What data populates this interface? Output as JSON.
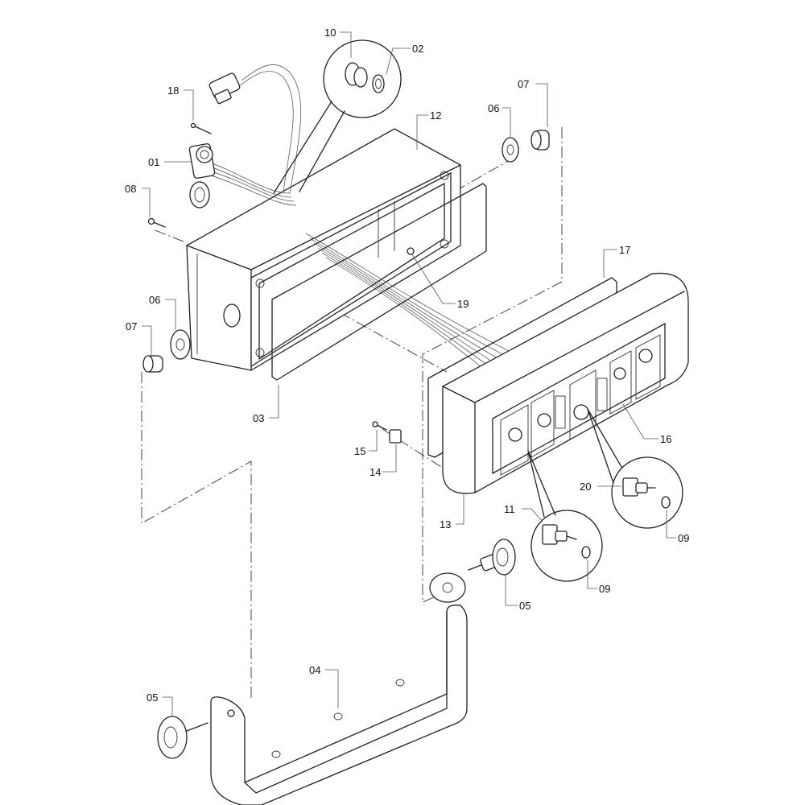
{
  "callouts": [
    {
      "id": "c10",
      "label": "10"
    },
    {
      "id": "c02",
      "label": "02"
    },
    {
      "id": "c18",
      "label": "18"
    },
    {
      "id": "c12",
      "label": "12"
    },
    {
      "id": "c06a",
      "label": "06"
    },
    {
      "id": "c07a",
      "label": "07"
    },
    {
      "id": "c01",
      "label": "01"
    },
    {
      "id": "c08",
      "label": "08"
    },
    {
      "id": "c17",
      "label": "17"
    },
    {
      "id": "c19",
      "label": "19"
    },
    {
      "id": "c06b",
      "label": "06"
    },
    {
      "id": "c07b",
      "label": "07"
    },
    {
      "id": "c03",
      "label": "03"
    },
    {
      "id": "c16",
      "label": "16"
    },
    {
      "id": "c15",
      "label": "15"
    },
    {
      "id": "c14",
      "label": "14"
    },
    {
      "id": "c20",
      "label": "20"
    },
    {
      "id": "c13",
      "label": "13"
    },
    {
      "id": "c11",
      "label": "11"
    },
    {
      "id": "c09a",
      "label": "09"
    },
    {
      "id": "c09b",
      "label": "09"
    },
    {
      "id": "c05a",
      "label": "05"
    },
    {
      "id": "c04",
      "label": "04"
    },
    {
      "id": "c05b",
      "label": "05"
    }
  ]
}
